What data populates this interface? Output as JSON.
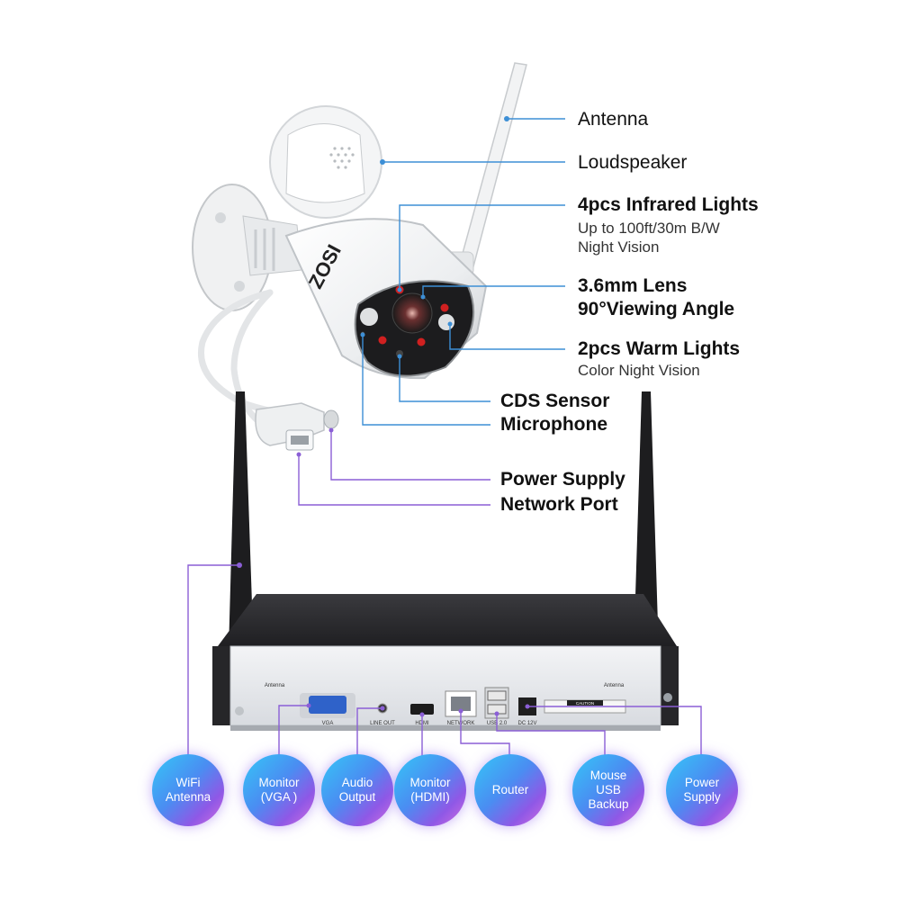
{
  "brand": "ZOSI",
  "camera_labels": [
    {
      "id": "antenna",
      "title": "Antenna",
      "subtitle": ""
    },
    {
      "id": "loudspeaker",
      "title": "Loudspeaker",
      "subtitle": ""
    },
    {
      "id": "infrared",
      "title": "4pcs Infrared Lights",
      "subtitle": "Up to 100ft/30m B/W\nNight Vision"
    },
    {
      "id": "lens",
      "title": "3.6mm Lens",
      "subtitle": "90°Viewing Angle"
    },
    {
      "id": "warm",
      "title": "2pcs Warm Lights",
      "subtitle": "Color Night Vision"
    },
    {
      "id": "cds",
      "title": "CDS Sensor",
      "subtitle": ""
    },
    {
      "id": "mic",
      "title": "Microphone",
      "subtitle": ""
    },
    {
      "id": "power",
      "title": "Power Supply",
      "subtitle": ""
    },
    {
      "id": "network",
      "title": "Network Port",
      "subtitle": ""
    }
  ],
  "nvr_ports": {
    "vga": "VGA",
    "line_out": "LINE OUT",
    "hdmi": "HDMI",
    "network": "NETWORK",
    "usb": "USB 2.0",
    "dc": "DC 12V",
    "antenna_left": "Antenna",
    "antenna_right": "Antenna",
    "caution": "CAUTION"
  },
  "bubbles": [
    {
      "id": "wifi",
      "text": "WiFi\nAntenna"
    },
    {
      "id": "vga",
      "text": "Monitor\n(VGA )"
    },
    {
      "id": "audio",
      "text": "Audio\nOutput"
    },
    {
      "id": "hdmi",
      "text": "Monitor\n(HDMI)"
    },
    {
      "id": "router",
      "text": "Router"
    },
    {
      "id": "usb",
      "text": "Mouse\nUSB\nBackup"
    },
    {
      "id": "power",
      "text": "Power\nSupply"
    }
  ],
  "colors": {
    "camera_line": "#3d8fd6",
    "port_line": "#8b5fd6",
    "bubble_start": "#35c7f7",
    "bubble_end": "#d46ee0",
    "nvr_body": "#2b2b2e",
    "nvr_panel": "#e9ebee"
  }
}
